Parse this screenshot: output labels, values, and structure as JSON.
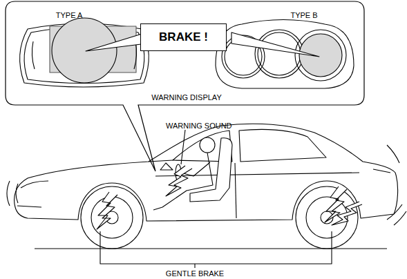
{
  "diagram": {
    "nodes": [
      {
        "text": [
          "TYPE A",
          "TYPE B",
          "WARNING DISPLAY"
        ]
      },
      {
        "text": [
          "BRAKE !"
        ],
        "in": 0
      }
    ],
    "labels": [
      "WARNING SOUND",
      "GENTLE BRAKE"
    ]
  }
}
